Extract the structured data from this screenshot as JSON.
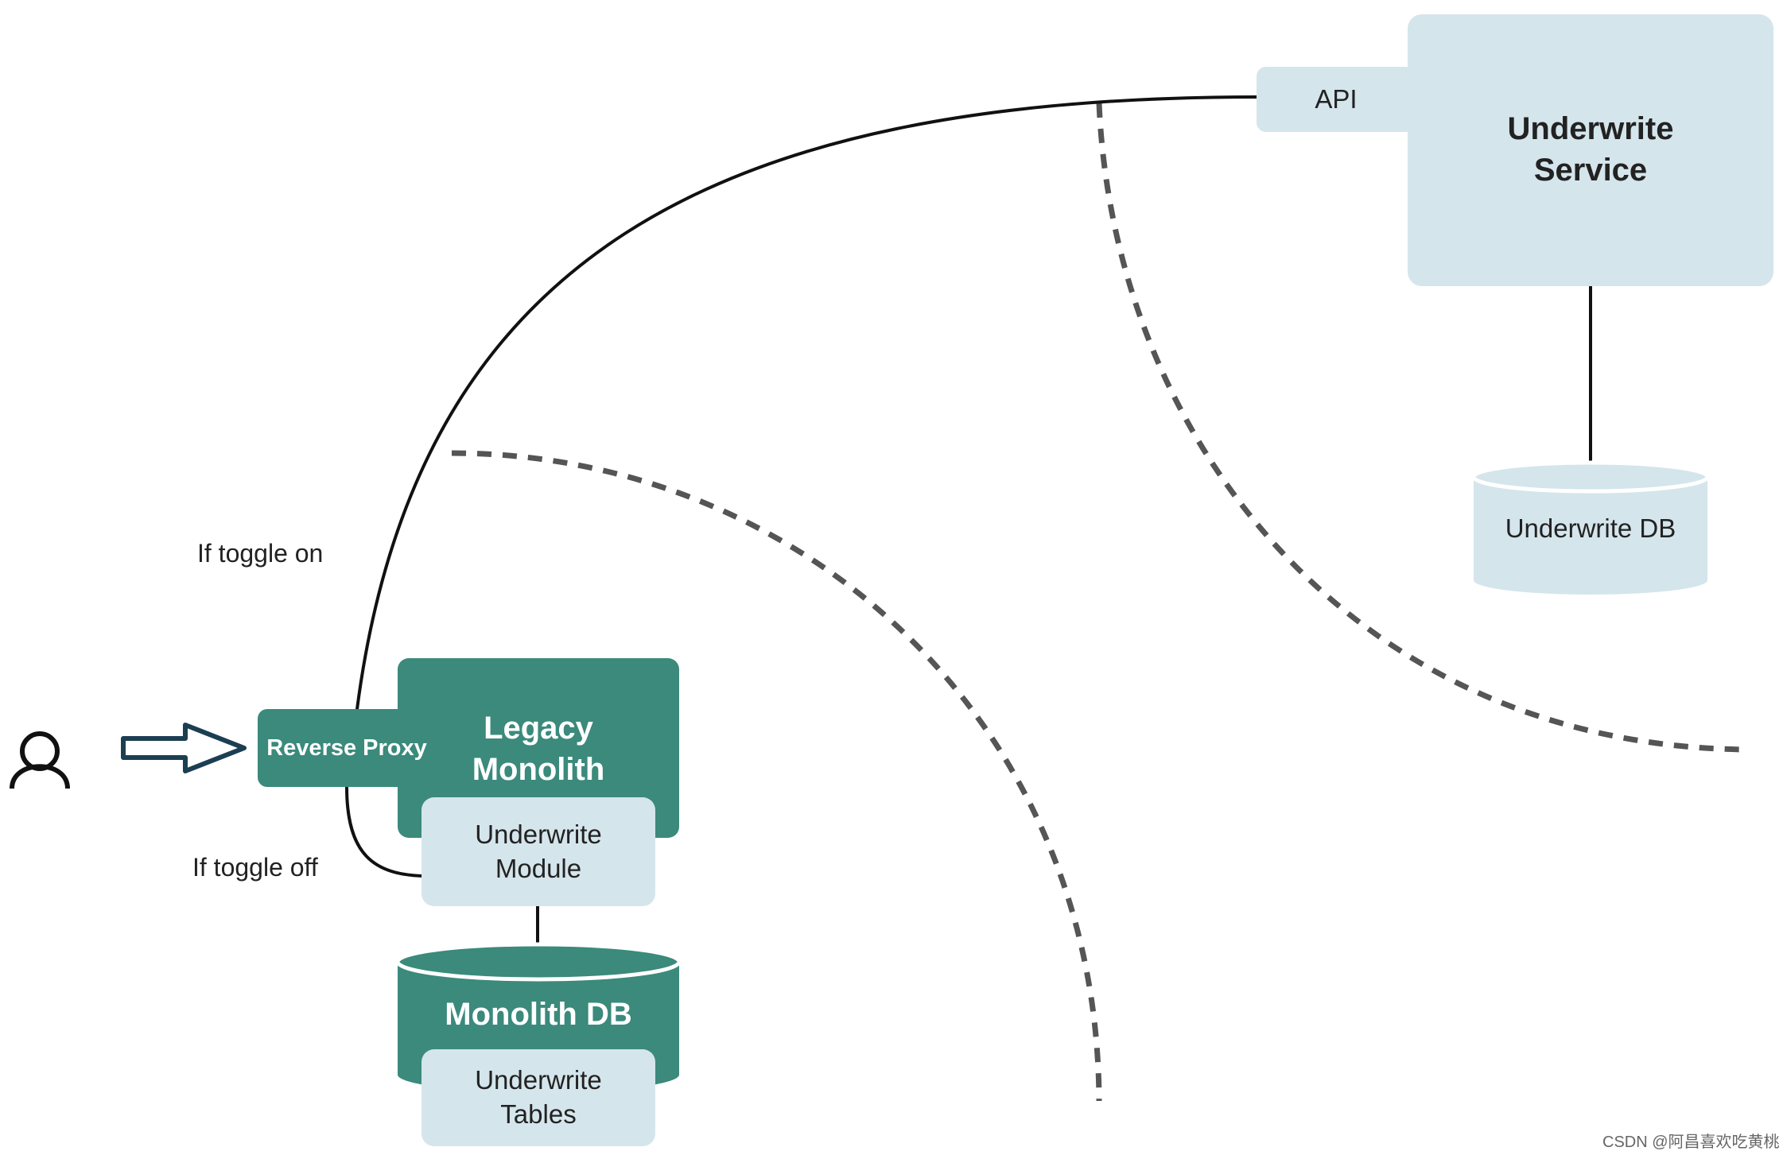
{
  "user": {
    "icon": "user-icon"
  },
  "arrow": {
    "icon": "arrow-right-icon"
  },
  "reverse_proxy": {
    "label": "Reverse Proxy"
  },
  "legacy_monolith": {
    "line1": "Legacy",
    "line2": "Monolith"
  },
  "underwrite_module": {
    "line1": "Underwrite",
    "line2": "Module"
  },
  "monolith_db": {
    "label": "Monolith DB"
  },
  "underwrite_tables": {
    "line1": "Underwrite",
    "line2": "Tables"
  },
  "api": {
    "label": "API"
  },
  "underwrite_service": {
    "line1": "Underwrite",
    "line2": "Service"
  },
  "underwrite_db": {
    "label": "Underwrite DB"
  },
  "toggle_on": {
    "label": "If toggle on"
  },
  "toggle_off": {
    "label": "If toggle off"
  },
  "watermark": {
    "label": "CSDN @阿昌喜欢吃黄桃"
  },
  "colors": {
    "teal": "#3b8a7c",
    "light": "#d5e5ec",
    "line": "#111111",
    "dashed": "#555555"
  }
}
